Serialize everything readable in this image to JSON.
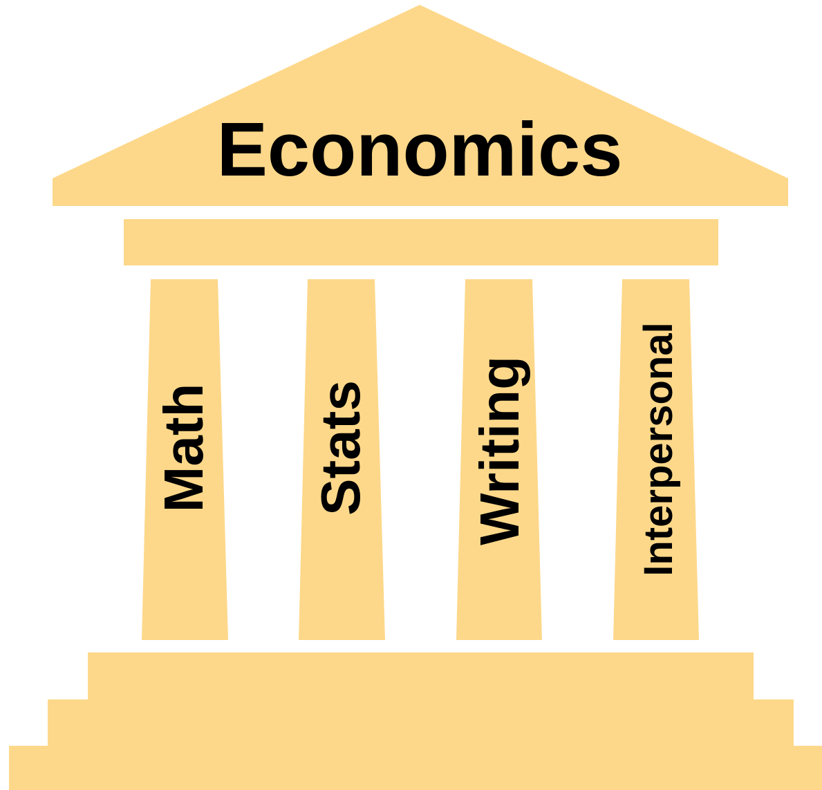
{
  "title": "Economics",
  "pillars": [
    {
      "label": "Math"
    },
    {
      "label": "Stats"
    },
    {
      "label": "Writing"
    },
    {
      "label": "Interpersonal"
    }
  ],
  "colors": {
    "structure": "#FDD88A",
    "text": "#000000",
    "background": "#FFFFFF"
  }
}
